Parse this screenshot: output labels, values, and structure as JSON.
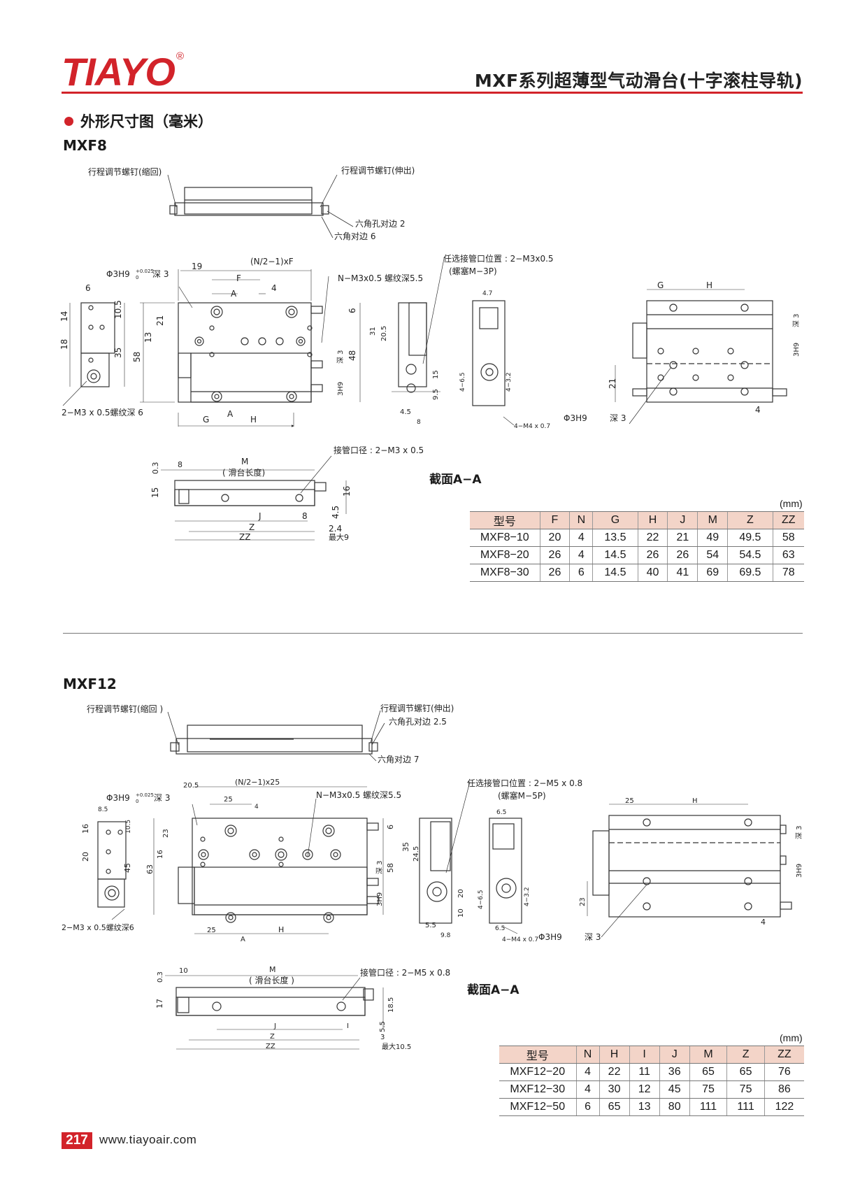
{
  "header": {
    "brand": "TIAYO",
    "registered": "®",
    "title": "MXF系列超薄型气动滑台(十字滚柱导轨)"
  },
  "section_title": "外形尺寸图（毫米）",
  "mxf8": {
    "model": "MXF8",
    "labels": {
      "retract_screw": "行程调节螺钉(缩回)",
      "extend_screw": "行程调节螺钉(伸出)",
      "hex_socket": "六角孔对边 2",
      "hex_flat": "六角对边 6",
      "pin_hole": "Φ3H9",
      "pin_tol": "+0.025",
      "pin_tol2": "0",
      "pin_depth": "深 3",
      "pitch": "(N/2−1)xF",
      "thread_holes": "N−M3x0.5 螺纹深5.5",
      "port_option": "任选接管口位置 : 2−M3x0.5",
      "plug": "(螺塞M−3P)",
      "bottom_thread": "2−M3 x 0.5螺纹深 6",
      "port_dia": "接管口径 : 2−M3 x 0.5",
      "slide_len": "( 滑台长度)",
      "m4": "4−M4 x 0.7",
      "max": "最大9",
      "pin_hole_right": "Φ3H9",
      "pin_depth_right": "深 3",
      "h9_side": "3H9",
      "h9_side_depth": "深 3",
      "dims": [
        "6",
        "19",
        "F",
        "4",
        "A",
        "14",
        "10.5",
        "18",
        "35",
        "21",
        "13",
        "58",
        "6",
        "48",
        "G",
        "H",
        "A",
        "4.7",
        "31",
        "20.5",
        "15",
        "9.5",
        "4.5",
        "8",
        "4−6.5",
        "4−3.2",
        "G",
        "H",
        "21",
        "4",
        "0.3",
        "8",
        "M",
        "15",
        "16",
        "J",
        "8",
        "4.5",
        "Z",
        "2.4",
        "ZZ"
      ]
    },
    "section_label": "截面A−A",
    "unit": "(mm)",
    "table": {
      "headers": [
        "型号",
        "F",
        "N",
        "G",
        "H",
        "J",
        "M",
        "Z",
        "ZZ"
      ],
      "rows": [
        [
          "MXF8−10",
          "20",
          "4",
          "13.5",
          "22",
          "21",
          "49",
          "49.5",
          "58"
        ],
        [
          "MXF8−20",
          "26",
          "4",
          "14.5",
          "26",
          "26",
          "54",
          "54.5",
          "63"
        ],
        [
          "MXF8−30",
          "26",
          "6",
          "14.5",
          "40",
          "41",
          "69",
          "69.5",
          "78"
        ]
      ]
    }
  },
  "mxf12": {
    "model": "MXF12",
    "labels": {
      "retract_screw": "行程调节螺钉(缩回 )",
      "extend_screw": "行程调节螺钉(伸出)",
      "hex_socket": "六角孔对边 2.5",
      "hex_flat": "六角对边 7",
      "pin_hole": "Φ3H9",
      "pin_tol": "+0.025",
      "pin_tol2": "0",
      "pin_depth": "深 3",
      "pitch": "(N/2−1)x25",
      "thread_holes": "N−M3x0.5 螺纹深5.5",
      "port_option": "任选接管口位置 : 2−M5 x 0.8",
      "plug": "(螺塞M−5P)",
      "bottom_thread": "2−M3 x 0.5螺纹深6",
      "port_dia": "接管口径 : 2−M5 x 0.8",
      "slide_len": "( 滑台长度 )",
      "m4": "4−M4 x 0.7",
      "max": "最大10.5",
      "pin_hole_right": "Φ3H9",
      "pin_depth_right": "深 3",
      "h9_side": "3H9",
      "h9_side_depth": "深 3",
      "dims": [
        "8.5",
        "20.5",
        "25",
        "4",
        "16",
        "10.5",
        "20",
        "45",
        "23",
        "16",
        "63",
        "6",
        "58",
        "25",
        "H",
        "A",
        "35",
        "24.5",
        "20",
        "10",
        "5.5",
        "9.8",
        "6.5",
        "6.5",
        "4−6.5",
        "4−3.2",
        "25",
        "H",
        "23",
        "4",
        "0.3",
        "10",
        "M",
        "17",
        "18.5",
        "J",
        "I",
        "5.5",
        "Z",
        "3",
        "ZZ"
      ]
    },
    "section_label": "截面A−A",
    "unit": "(mm)",
    "table": {
      "headers": [
        "型号",
        "N",
        "H",
        "I",
        "J",
        "M",
        "Z",
        "ZZ"
      ],
      "rows": [
        [
          "MXF12−20",
          "4",
          "22",
          "11",
          "36",
          "65",
          "65",
          "76"
        ],
        [
          "MXF12−30",
          "4",
          "30",
          "12",
          "45",
          "75",
          "75",
          "86"
        ],
        [
          "MXF12−50",
          "6",
          "65",
          "13",
          "80",
          "111",
          "111",
          "122"
        ]
      ]
    }
  },
  "footer": {
    "page": "217",
    "website": "www.tiayoair.com"
  }
}
